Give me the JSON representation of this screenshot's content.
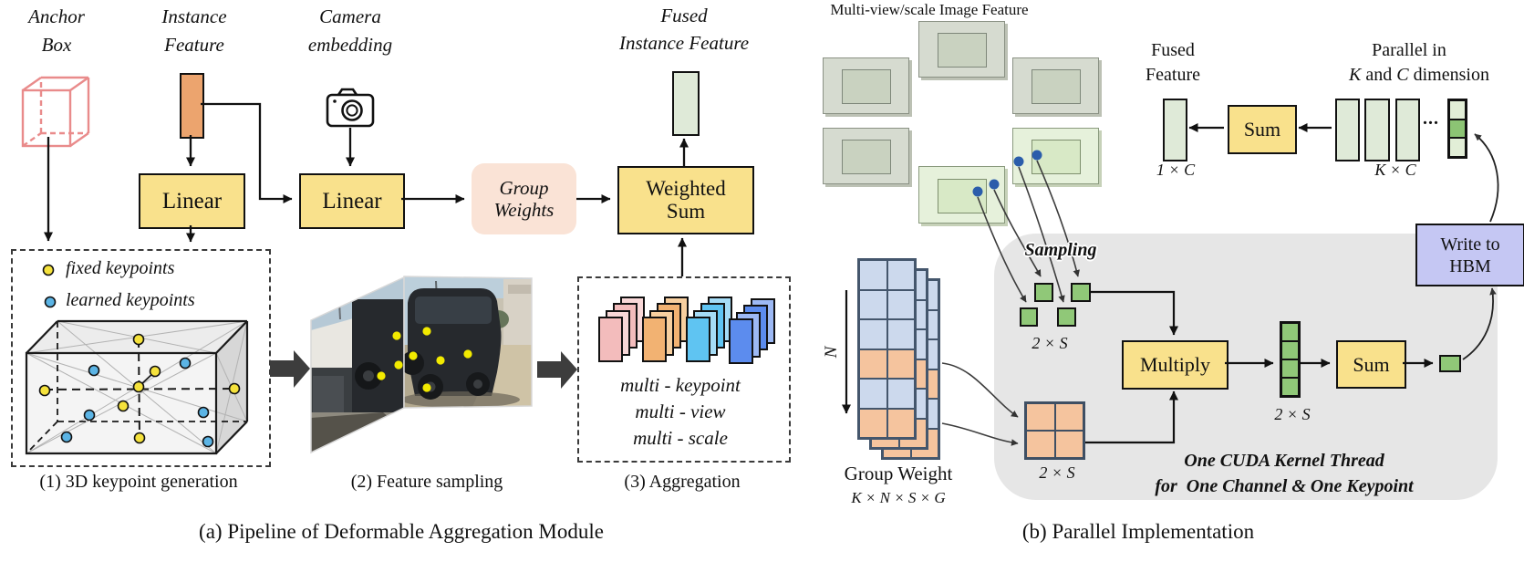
{
  "panel_a": {
    "anchor_box_line1": "Anchor",
    "anchor_box_line2": "Box",
    "instance_feature_line1": "Instance",
    "instance_feature_line2": "Feature",
    "camera_embedding_line1": "Camera",
    "camera_embedding_line2": "embedding",
    "fused_line1": "Fused",
    "fused_line2": "Instance Feature",
    "linear_left": "Linear",
    "linear_right": "Linear",
    "group_weights_line1": "Group",
    "group_weights_line2": "Weights",
    "weighted_sum_line1": "Weighted",
    "weighted_sum_line2": "Sum",
    "legend_fixed": "fixed keypoints",
    "legend_learned": "learned keypoints",
    "agg_line1": "multi - keypoint",
    "agg_line2": "multi - view",
    "agg_line3": "multi - scale",
    "step1": "(1) 3D keypoint generation",
    "step2": "(2) Feature sampling",
    "step3": "(3) Aggregation",
    "caption": "(a) Pipeline of Deformable Aggregation Module"
  },
  "panel_b": {
    "title": "Multi-view/scale Image Feature",
    "fused_feature_line1": "Fused",
    "fused_feature_line2": "Feature",
    "dim_1xC": "1 × C",
    "sum_top": "Sum",
    "parallel_line1": "Parallel in",
    "parallel_K": "K",
    "parallel_and": " and ",
    "parallel_C": "C",
    "parallel_dimension": " dimension",
    "dim_KxC": "K × C",
    "ellipsis": "...",
    "write_hbm_line1": "Write to",
    "write_hbm_line2": "HBM",
    "sampling": "Sampling",
    "dim_2xS_samples": "2 × S",
    "dim_2xS_weights": "2 × S",
    "dim_2xS_products": "2 × S",
    "multiply": "Multiply",
    "sum_kernel": "Sum",
    "group_weight": "Group Weight",
    "dim_KNSG": "K × N × S × G",
    "n_axis": "N",
    "cuda_line1": "One CUDA Kernel Thread",
    "cuda_line2": "for  One Channel & One Keypoint",
    "caption": "(b) Parallel Implementation"
  },
  "colors": {
    "box_yellow": "#f9e18c",
    "group_weights_pink": "#fae3d6",
    "instance_orange": "#eca46e",
    "feature_green_light": "#dfead8",
    "sample_green": "#90c878",
    "hbm_purple": "#c5c7f3",
    "weight_blue_cell": "#ccd9ed",
    "weight_orange_cell": "#f5c49e",
    "cuda_region_gray": "#e6e6e6",
    "anchor_cube_pink": "#e98b8b"
  }
}
